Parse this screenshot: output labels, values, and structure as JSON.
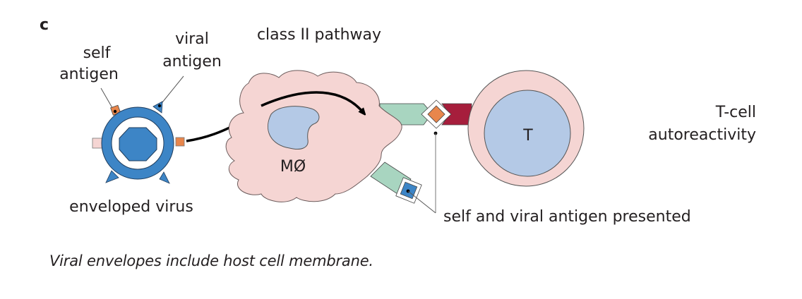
{
  "figure": {
    "panel_label": "c",
    "labels": {
      "self_antigen_line1": "self",
      "self_antigen_line2": "antigen",
      "viral_antigen_line1": "viral",
      "viral_antigen_line2": "antigen",
      "class_ii_pathway": "class II pathway",
      "macrophage": "MØ",
      "t_cell": "T",
      "t_cell_outcome_line1": "T-cell",
      "t_cell_outcome_line2": "autoreactivity",
      "enveloped_virus": "enveloped virus",
      "antigen_presented": "self and viral antigen presented"
    },
    "caption": "Viral envelopes include host cell membrane."
  },
  "colors": {
    "virus_blue": "#3d85c6",
    "macrophage_pink": "#f5d5d3",
    "nucleus_blue": "#b4c9e6",
    "mhc_green": "#a8d5c0",
    "tcr_red": "#a61e3c",
    "self_antigen_orange": "#e8864c",
    "host_membrane_pink": "#f5d5d3"
  }
}
